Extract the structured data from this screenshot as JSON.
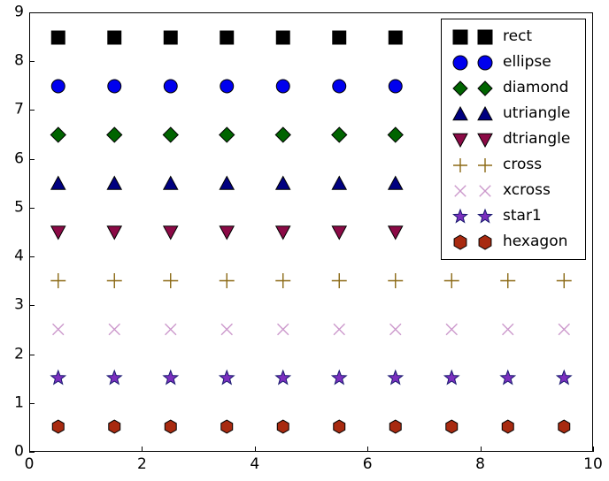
{
  "chart_data": {
    "type": "scatter",
    "title": "",
    "xlabel": "",
    "ylabel": "",
    "xlim": [
      0,
      10
    ],
    "ylim": [
      0,
      9
    ],
    "xticks": [
      0,
      2,
      4,
      6,
      8,
      10
    ],
    "yticks": [
      0,
      1,
      2,
      3,
      4,
      5,
      6,
      7,
      8,
      9
    ],
    "xtick_labels": [
      "0",
      "2",
      "4",
      "6",
      "8",
      "10"
    ],
    "ytick_labels": [
      "0",
      "1",
      "2",
      "3",
      "4",
      "5",
      "6",
      "7",
      "8",
      "9"
    ],
    "grid": false,
    "legend_position": "upper right",
    "series": [
      {
        "name": "rect",
        "marker": "square",
        "color": "#000000",
        "edge_color": "#000000",
        "size": 15,
        "x": [
          0.5,
          1.5,
          2.5,
          3.5,
          4.5,
          5.5,
          6.5
        ],
        "y": [
          8.5,
          8.5,
          8.5,
          8.5,
          8.5,
          8.5,
          8.5
        ]
      },
      {
        "name": "ellipse",
        "marker": "circle",
        "color": "#0000EE",
        "edge_color": "#000000",
        "size": 15,
        "x": [
          0.5,
          1.5,
          2.5,
          3.5,
          4.5,
          5.5,
          6.5
        ],
        "y": [
          7.5,
          7.5,
          7.5,
          7.5,
          7.5,
          7.5,
          7.5
        ]
      },
      {
        "name": "diamond",
        "marker": "diamond",
        "color": "#006400",
        "edge_color": "#000000",
        "size": 17,
        "x": [
          0.5,
          1.5,
          2.5,
          3.5,
          4.5,
          5.5,
          6.5
        ],
        "y": [
          6.5,
          6.5,
          6.5,
          6.5,
          6.5,
          6.5,
          6.5
        ]
      },
      {
        "name": "utriangle",
        "marker": "triangle-up",
        "color": "#000080",
        "edge_color": "#000000",
        "size": 16,
        "x": [
          0.5,
          1.5,
          2.5,
          3.5,
          4.5,
          5.5,
          6.5
        ],
        "y": [
          5.5,
          5.5,
          5.5,
          5.5,
          5.5,
          5.5,
          5.5
        ]
      },
      {
        "name": "dtriangle",
        "marker": "triangle-down",
        "color": "#8B0A46",
        "edge_color": "#000000",
        "size": 16,
        "x": [
          0.5,
          1.5,
          2.5,
          3.5,
          4.5,
          5.5,
          6.5
        ],
        "y": [
          4.5,
          4.5,
          4.5,
          4.5,
          4.5,
          4.5,
          4.5
        ]
      },
      {
        "name": "cross",
        "marker": "plus",
        "color": "#8B6914",
        "edge_color": "#8B6914",
        "size": 17,
        "x": [
          0.5,
          1.5,
          2.5,
          3.5,
          4.5,
          5.5,
          6.5,
          7.5,
          8.5,
          9.5
        ],
        "y": [
          3.5,
          3.5,
          3.5,
          3.5,
          3.5,
          3.5,
          3.5,
          3.5,
          3.5,
          3.5
        ]
      },
      {
        "name": "xcross",
        "marker": "x",
        "color": "#CC99CC",
        "edge_color": "#CC99CC",
        "size": 16,
        "x": [
          0.5,
          1.5,
          2.5,
          3.5,
          4.5,
          5.5,
          6.5,
          7.5,
          8.5,
          9.5
        ],
        "y": [
          2.5,
          2.5,
          2.5,
          2.5,
          2.5,
          2.5,
          2.5,
          2.5,
          2.5,
          2.5
        ]
      },
      {
        "name": "star1",
        "marker": "star",
        "color": "#7B2FBE",
        "edge_color": "#191970",
        "size": 17,
        "x": [
          0.5,
          1.5,
          2.5,
          3.5,
          4.5,
          5.5,
          6.5,
          7.5,
          8.5,
          9.5
        ],
        "y": [
          1.5,
          1.5,
          1.5,
          1.5,
          1.5,
          1.5,
          1.5,
          1.5,
          1.5,
          1.5
        ]
      },
      {
        "name": "hexagon",
        "marker": "hexagon",
        "color": "#A82A10",
        "edge_color": "#000000",
        "size": 15,
        "x": [
          0.5,
          1.5,
          2.5,
          3.5,
          4.5,
          5.5,
          6.5,
          7.5,
          8.5,
          9.5
        ],
        "y": [
          0.5,
          0.5,
          0.5,
          0.5,
          0.5,
          0.5,
          0.5,
          0.5,
          0.5,
          0.5
        ]
      }
    ],
    "legend_entries": [
      {
        "label": "rect",
        "marker": "square",
        "color": "#000000",
        "edge_color": "#000000"
      },
      {
        "label": "ellipse",
        "marker": "circle",
        "color": "#0000EE",
        "edge_color": "#000000"
      },
      {
        "label": "diamond",
        "marker": "diamond",
        "color": "#006400",
        "edge_color": "#000000"
      },
      {
        "label": "utriangle",
        "marker": "triangle-up",
        "color": "#000080",
        "edge_color": "#000000"
      },
      {
        "label": "dtriangle",
        "marker": "triangle-down",
        "color": "#8B0A46",
        "edge_color": "#000000"
      },
      {
        "label": "cross",
        "marker": "plus",
        "color": "#8B6914",
        "edge_color": "#8B6914"
      },
      {
        "label": "xcross",
        "marker": "x",
        "color": "#CC99CC",
        "edge_color": "#CC99CC"
      },
      {
        "label": "star1",
        "marker": "star",
        "color": "#7B2FBE",
        "edge_color": "#191970"
      },
      {
        "label": "hexagon",
        "marker": "hexagon",
        "color": "#A82A10",
        "edge_color": "#000000"
      }
    ]
  },
  "figure": {
    "background_color": "#FFFFFF",
    "axes_edge_color": "#000000",
    "legend_frame_color": "#000000"
  }
}
